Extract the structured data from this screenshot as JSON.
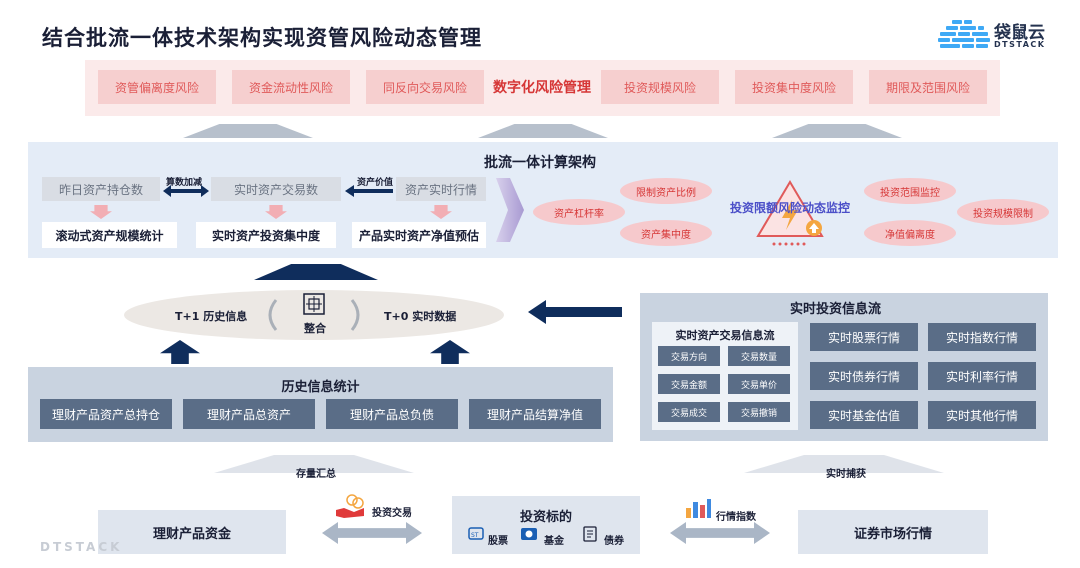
{
  "title": "结合批流一体技术架构实现资管风险动态管理",
  "logo": {
    "name": "袋鼠云",
    "sub": "DTSTACK"
  },
  "risk_row": {
    "items": [
      "资管偏离度风险",
      "资金流动性风险",
      "同反向交易风险",
      "投资规模风险",
      "投资集中度风险",
      "期限及范围风险"
    ],
    "center": "数字化风险管理"
  },
  "calc": {
    "title": "批流一体计算架构",
    "top_boxes": [
      "昨日资产持仓数",
      "实时资产交易数",
      "资产实时行情"
    ],
    "bottom_boxes": [
      "滚动式资产规模统计",
      "实时资产投资集中度",
      "产品实时资产净值预估"
    ],
    "link_labels": [
      "算数加减",
      "资产价值"
    ],
    "monitor": "投资限额风险动态监控",
    "ovals": [
      "限制资产比例",
      "资产杠杆率",
      "资产集中度",
      "投资范围监控",
      "投资规模限制",
      "净值偏离度"
    ]
  },
  "integrate": {
    "left": "T+1 历史信息",
    "center": "整合",
    "right": "T+0 实时数据"
  },
  "realtime": {
    "title": "实时投资信息流",
    "sub_title": "实时资产交易信息流",
    "mini": [
      "交易方向",
      "交易数量",
      "交易金额",
      "交易单价",
      "交易成交",
      "交易撤销"
    ],
    "cells": [
      "实时股票行情",
      "实时指数行情",
      "实时债券行情",
      "实时利率行情",
      "实时基金估值",
      "实时其他行情"
    ]
  },
  "history": {
    "title": "历史信息统计",
    "cells": [
      "理财产品资产总持仓",
      "理财产品总资产",
      "理财产品总负债",
      "理财产品结算净值"
    ]
  },
  "bottom": {
    "left": "理财产品资金",
    "center_title": "投资标的",
    "center_items": [
      "股票",
      "基金",
      "债券"
    ],
    "right": "证券市场行情",
    "labels": {
      "stock_sum": "存量汇总",
      "trade": "投资交易",
      "index": "行情指数",
      "capture": "实时捕获"
    }
  },
  "watermark": "DTSTACK",
  "colors": {
    "navy": "#0f2d5c",
    "risk_red": "#e05a5a",
    "panel": "#c9d3e0",
    "calc_bg": "#e4ecf7"
  }
}
